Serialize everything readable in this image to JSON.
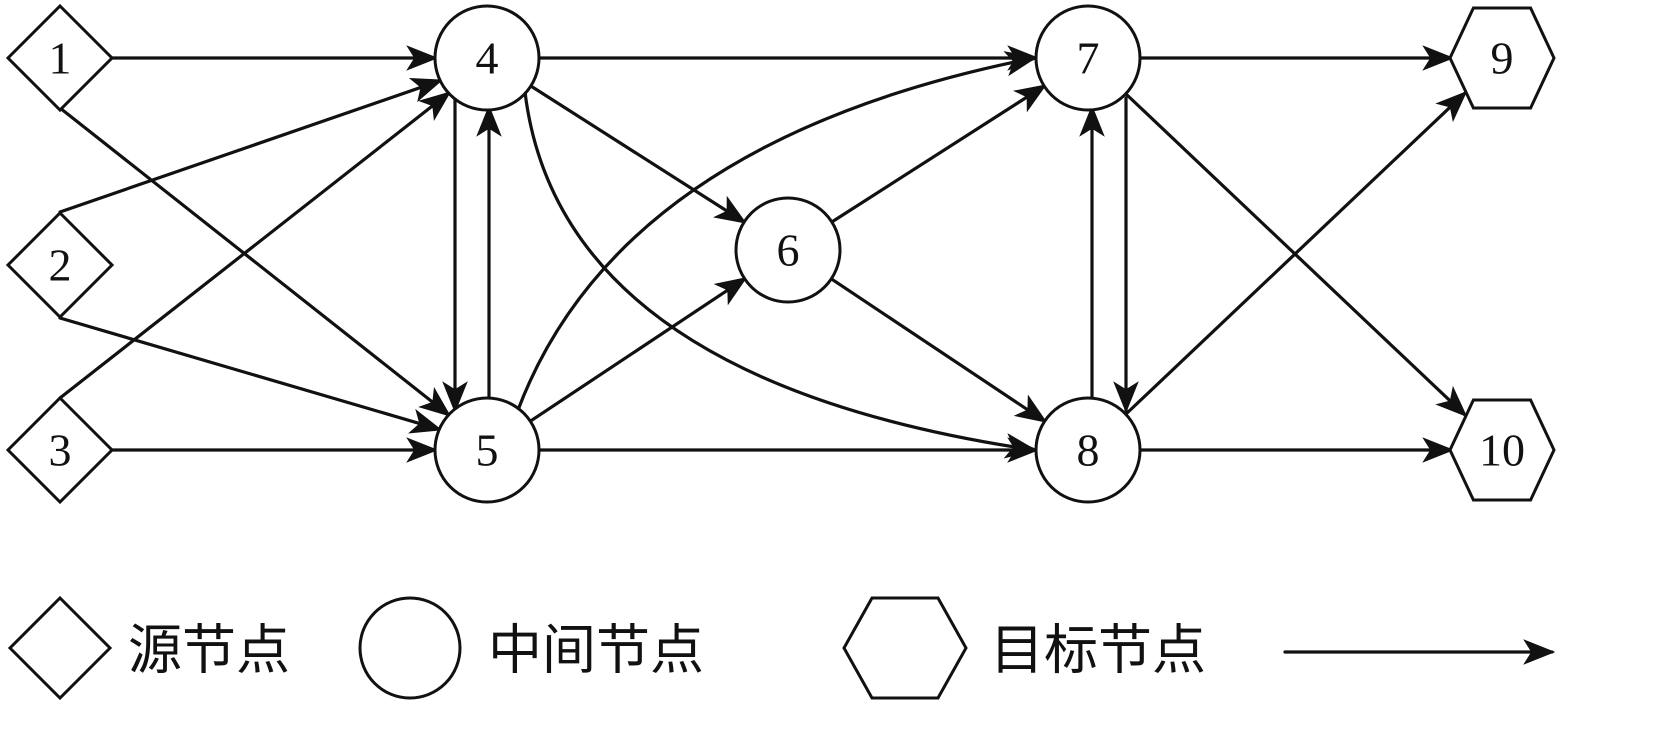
{
  "nodes": [
    {
      "id": "1",
      "label": "1",
      "type": "source"
    },
    {
      "id": "2",
      "label": "2",
      "type": "source"
    },
    {
      "id": "3",
      "label": "3",
      "type": "source"
    },
    {
      "id": "4",
      "label": "4",
      "type": "intermediate"
    },
    {
      "id": "5",
      "label": "5",
      "type": "intermediate"
    },
    {
      "id": "6",
      "label": "6",
      "type": "intermediate"
    },
    {
      "id": "7",
      "label": "7",
      "type": "intermediate"
    },
    {
      "id": "8",
      "label": "8",
      "type": "intermediate"
    },
    {
      "id": "9",
      "label": "9",
      "type": "target"
    },
    {
      "id": "10",
      "label": "10",
      "type": "target"
    }
  ],
  "edges": [
    {
      "from": "1",
      "to": "4"
    },
    {
      "from": "1",
      "to": "5"
    },
    {
      "from": "2",
      "to": "4"
    },
    {
      "from": "2",
      "to": "5"
    },
    {
      "from": "3",
      "to": "4"
    },
    {
      "from": "3",
      "to": "5"
    },
    {
      "from": "4",
      "to": "5"
    },
    {
      "from": "5",
      "to": "4"
    },
    {
      "from": "4",
      "to": "7"
    },
    {
      "from": "4",
      "to": "6"
    },
    {
      "from": "4",
      "to": "8"
    },
    {
      "from": "5",
      "to": "6"
    },
    {
      "from": "5",
      "to": "7"
    },
    {
      "from": "5",
      "to": "8"
    },
    {
      "from": "6",
      "to": "7"
    },
    {
      "from": "6",
      "to": "8"
    },
    {
      "from": "7",
      "to": "8"
    },
    {
      "from": "8",
      "to": "7"
    },
    {
      "from": "7",
      "to": "9"
    },
    {
      "from": "7",
      "to": "10"
    },
    {
      "from": "8",
      "to": "9"
    },
    {
      "from": "8",
      "to": "10"
    }
  ],
  "legend": {
    "source_label": "源节点",
    "intermediate_label": "中间节点",
    "target_label": "目标节点",
    "edge_label": ""
  },
  "colors": {
    "stroke": "#111111",
    "background": "#ffffff"
  }
}
